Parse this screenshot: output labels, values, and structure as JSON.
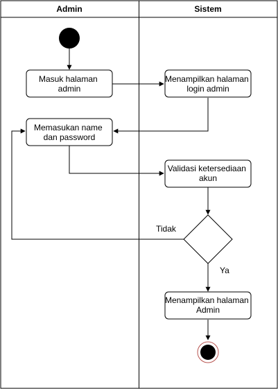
{
  "swimlanes": {
    "left": {
      "title": "Admin"
    },
    "right": {
      "title": "Sistem"
    }
  },
  "nodes": {
    "masuk": {
      "line1": "Masuk halaman",
      "line2": "admin"
    },
    "tampil_login": {
      "line1": "Menampilkan halaman",
      "line2": "login admin"
    },
    "input_name": {
      "line1": "Memasukan name",
      "line2": "dan password"
    },
    "validasi": {
      "line1": "Validasi ketersediaan",
      "line2": "akun"
    },
    "tampil_admin": {
      "line1": "Menampilkan halaman",
      "line2": "Admin"
    }
  },
  "edges": {
    "tidak": "Tidak",
    "ya": "Ya"
  }
}
